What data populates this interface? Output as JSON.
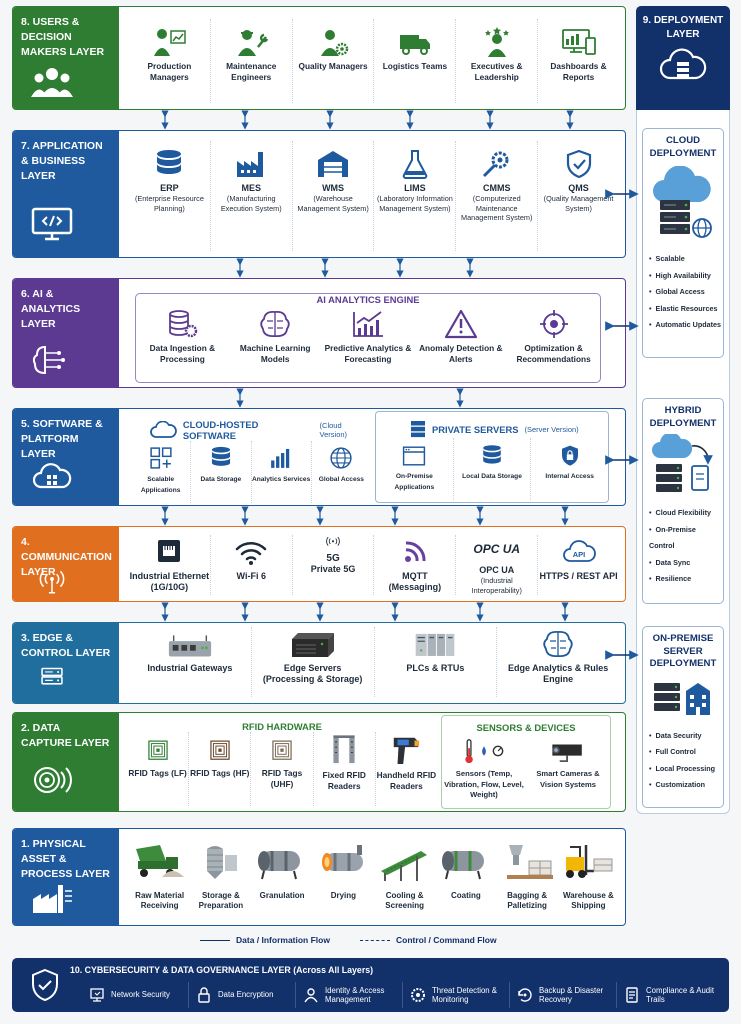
{
  "colors": {
    "users": "#2e7d32",
    "application": "#1f5a9e",
    "ai": "#5c3a91",
    "software": "#1f5a9e",
    "communication": "#e07020",
    "edge": "#1f6e9e",
    "capture": "#2e7d32",
    "physical": "#1f5a9e",
    "navy": "#12306a"
  },
  "layers": {
    "users": {
      "label": "8. Users & Decision Makers Layer",
      "items": [
        {
          "icon": "manager-chart-icon",
          "label": "Production Managers"
        },
        {
          "icon": "engineer-wrench-icon",
          "label": "Maintenance Engineers"
        },
        {
          "icon": "quality-gear-icon",
          "label": "Quality Managers"
        },
        {
          "icon": "truck-icon",
          "label": "Logistics Teams"
        },
        {
          "icon": "executive-stars-icon",
          "label": "Executives & Leadership"
        },
        {
          "icon": "dashboard-icon",
          "label": "Dashboards & Reports"
        }
      ]
    },
    "application": {
      "label": "7. Application & Business Layer",
      "items": [
        {
          "icon": "database-icon",
          "title": "ERP",
          "sub": "(Enterprise Resource Planning)"
        },
        {
          "icon": "factory-icon",
          "title": "MES",
          "sub": "(Manufacturing Execution System)"
        },
        {
          "icon": "warehouse-icon",
          "title": "WMS",
          "sub": "(Warehouse Management System)"
        },
        {
          "icon": "flask-icon",
          "title": "LIMS",
          "sub": "(Laboratory Information Management System)"
        },
        {
          "icon": "tools-gear-icon",
          "title": "CMMS",
          "sub": "(Computerized Maintenance Management System)"
        },
        {
          "icon": "shield-check-icon",
          "title": "QMS",
          "sub": "(Quality Management System)"
        }
      ]
    },
    "ai": {
      "label": "6. AI & Analytics Layer",
      "engine_title": "AI ANALYTICS ENGINE",
      "items": [
        {
          "icon": "data-gear-icon",
          "label": "Data Ingestion & Processing"
        },
        {
          "icon": "brain-icon",
          "label": "Machine Learning Models"
        },
        {
          "icon": "trend-chart-icon",
          "label": "Predictive Analytics & Forecasting"
        },
        {
          "icon": "warning-icon",
          "label": "Anomaly Detection & Alerts"
        },
        {
          "icon": "target-icon",
          "label": "Optimization & Recommendations"
        }
      ]
    },
    "software": {
      "label": "5. Software & Platform Layer",
      "cloud_title": "CLOUD-HOSTED SOFTWARE",
      "cloud_sub": "(Cloud Version)",
      "cloud_items": [
        {
          "icon": "apps-grid-icon",
          "label": "Scalable Applications"
        },
        {
          "icon": "storage-icon",
          "label": "Data Storage"
        },
        {
          "icon": "bar-chart-icon",
          "label": "Analytics Services"
        },
        {
          "icon": "globe-icon",
          "label": "Global Access"
        }
      ],
      "server_title": "PRIVATE SERVERS",
      "server_sub": "(Server Version)",
      "server_items": [
        {
          "icon": "window-app-icon",
          "label": "On-Premise Applications"
        },
        {
          "icon": "local-storage-icon",
          "label": "Local Data Storage"
        },
        {
          "icon": "lock-shield-icon",
          "label": "Internal Access"
        }
      ]
    },
    "communication": {
      "label": "4. Communication Layer",
      "items": [
        {
          "icon": "ethernet-icon",
          "title": "Industrial Ethernet",
          "sub": "(1G/10G)"
        },
        {
          "icon": "wifi-icon",
          "title": "Wi-Fi 6",
          "sub": ""
        },
        {
          "icon": "5g-icon",
          "title": "5G",
          "sub": "Private 5G"
        },
        {
          "icon": "mqtt-icon",
          "title": "MQTT",
          "sub": "(Messaging)"
        },
        {
          "icon": "opcua-icon",
          "title": "OPC UA",
          "sub": "(Industrial Interoperability)"
        },
        {
          "icon": "api-cloud-icon",
          "title": "HTTPS / REST API",
          "sub": ""
        }
      ],
      "opc_logo_text": "OPC UA",
      "fiveg_text": "5G",
      "api_text": "API"
    },
    "edge": {
      "label": "3. Edge & Control Layer",
      "items": [
        {
          "icon": "gateway-icon",
          "title": "Industrial Gateways",
          "sub": ""
        },
        {
          "icon": "edge-server-icon",
          "title": "Edge Servers",
          "sub": "(Processing & Storage)"
        },
        {
          "icon": "plc-icon",
          "title": "PLCs & RTUs",
          "sub": ""
        },
        {
          "icon": "brain-circuit-icon",
          "title": "Edge Analytics & Rules Engine",
          "sub": ""
        }
      ]
    },
    "capture": {
      "label": "2. Data Capture Layer",
      "rfid_title": "RFID HARDWARE",
      "rfid_items": [
        {
          "icon": "rfid-tag-lf-icon",
          "label": "RFID Tags (LF)"
        },
        {
          "icon": "rfid-tag-hf-icon",
          "label": "RFID Tags (HF)"
        },
        {
          "icon": "rfid-tag-uhf-icon",
          "label": "RFID Tags (UHF)"
        },
        {
          "icon": "fixed-reader-icon",
          "label": "Fixed RFID Readers"
        },
        {
          "icon": "handheld-reader-icon",
          "label": "Handheld RFID Readers"
        }
      ],
      "sensor_title": "SENSORS & DEVICES",
      "sensor_items": [
        {
          "icon": "sensors-icon",
          "label": "Sensors (Temp, Vibration, Flow, Level, Weight)"
        },
        {
          "icon": "camera-icon",
          "label": "Smart Cameras & Vision Systems"
        }
      ]
    },
    "physical": {
      "label": "1. Physical Asset & Process Layer",
      "items": [
        {
          "icon": "truck-dump-icon",
          "label": "Raw Material Receiving"
        },
        {
          "icon": "silo-icon",
          "label": "Storage & Preparation"
        },
        {
          "icon": "granulator-icon",
          "label": "Granulation"
        },
        {
          "icon": "dryer-icon",
          "label": "Drying"
        },
        {
          "icon": "conveyor-icon",
          "label": "Cooling & Screening"
        },
        {
          "icon": "coater-icon",
          "label": "Coating"
        },
        {
          "icon": "bagging-icon",
          "label": "Bagging & Palletizing"
        },
        {
          "icon": "forklift-icon",
          "label": "Warehouse & Shipping"
        }
      ]
    }
  },
  "deployment": {
    "title": "9. Deployment Layer",
    "cloud": {
      "title": "Cloud Deployment",
      "points": [
        "Scalable",
        "High Availability",
        "Global Access",
        "Elastic Resources",
        "Automatic Updates"
      ]
    },
    "hybrid": {
      "title": "Hybrid Deployment",
      "points": [
        "Cloud Flexibility",
        "On-Premise Control",
        "Data Sync",
        "Resilience"
      ]
    },
    "onprem": {
      "title": "On-Premise Server Deployment",
      "points": [
        "Data Security",
        "Full Control",
        "Local Processing",
        "Customization"
      ]
    }
  },
  "legend": {
    "data_flow": "Data / Information Flow",
    "control_flow": "Control / Command Flow"
  },
  "security": {
    "title": "10. CYBERSECURITY & DATA GOVERNANCE LAYER (Across All Layers)",
    "items": [
      {
        "icon": "network-security-icon",
        "label": "Network Security"
      },
      {
        "icon": "lock-icon",
        "label": "Data Encryption"
      },
      {
        "icon": "identity-icon",
        "label": "Identity & Access Management"
      },
      {
        "icon": "threat-gear-icon",
        "label": "Threat Detection & Monitoring"
      },
      {
        "icon": "backup-icon",
        "label": "Backup & Disaster Recovery"
      },
      {
        "icon": "audit-icon",
        "label": "Compliance & Audit Trails"
      }
    ]
  }
}
